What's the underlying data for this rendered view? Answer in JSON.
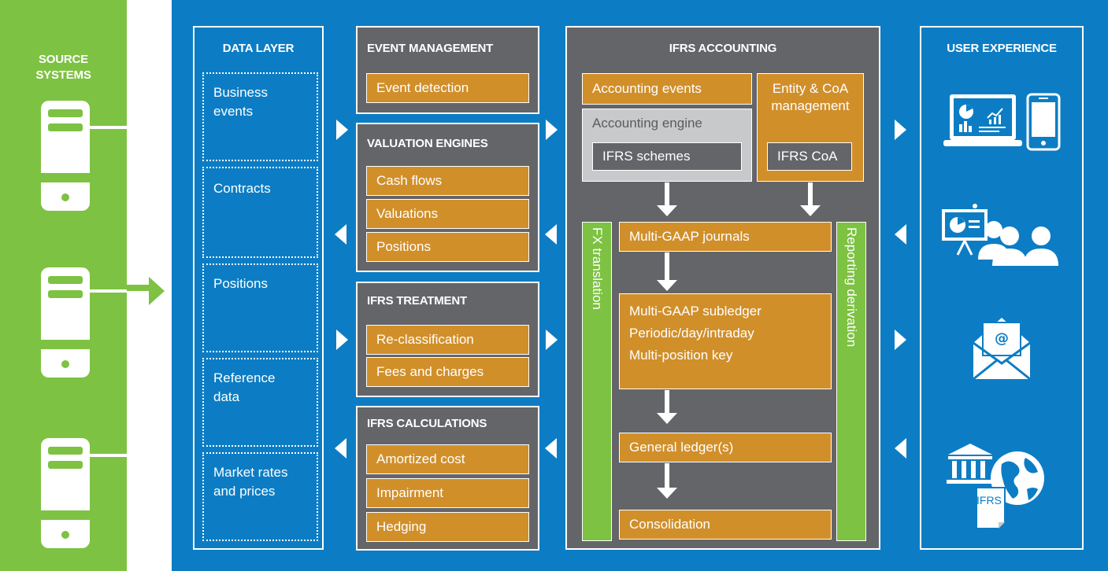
{
  "source": {
    "title_line1": "SOURCE",
    "title_line2": "SYSTEMS"
  },
  "data_layer": {
    "title": "DATA LAYER",
    "items": [
      {
        "line1": "Business",
        "line2": "events"
      },
      {
        "line1": "Contracts",
        "line2": ""
      },
      {
        "line1": "Positions",
        "line2": ""
      },
      {
        "line1": "Reference",
        "line2": "data"
      },
      {
        "line1": "Market rates",
        "line2": "and prices"
      }
    ]
  },
  "event_management": {
    "title": "EVENT MANAGEMENT",
    "items": [
      "Event detection"
    ]
  },
  "valuation_engines": {
    "title": "VALUATION ENGINES",
    "items": [
      "Cash flows",
      "Valuations",
      "Positions"
    ]
  },
  "ifrs_treatment": {
    "title": "IFRS TREATMENT",
    "items": [
      "Re-classification",
      "Fees and charges"
    ]
  },
  "ifrs_calculations": {
    "title": "IFRS CALCULATIONS",
    "items": [
      "Amortized cost",
      "Impairment",
      "Hedging"
    ]
  },
  "ifrs_accounting": {
    "title": "IFRS ACCOUNTING",
    "accounting_events": "Accounting events",
    "entity_coa_line1": "Entity & CoA",
    "entity_coa_line2": "management",
    "accounting_engine": "Accounting engine",
    "ifrs_schemes": "IFRS schemes",
    "ifrs_coa": "IFRS CoA",
    "fx_translation": "FX translation",
    "reporting_derivation": "Reporting derivation",
    "multi_gaap_journals": "Multi-GAAP journals",
    "subledger_lines": [
      "Multi-GAAP subledger",
      "Periodic/day/intraday",
      "Multi-position key"
    ],
    "general_ledger": "General ledger(s)",
    "consolidation": "Consolidation"
  },
  "user_experience": {
    "title": "USER EXPERIENCE",
    "icons": [
      "dashboard-laptop-icon",
      "mobile-phone-icon",
      "presentation-audience-icon",
      "email-icon",
      "bank-globe-icon"
    ],
    "ifrs_doc_label": "IFRS"
  },
  "colors": {
    "green": "#7dc242",
    "blue": "#0c7dc4",
    "gray": "#646569",
    "orange": "#d18f2a",
    "light_gray": "#c8c9ca"
  }
}
